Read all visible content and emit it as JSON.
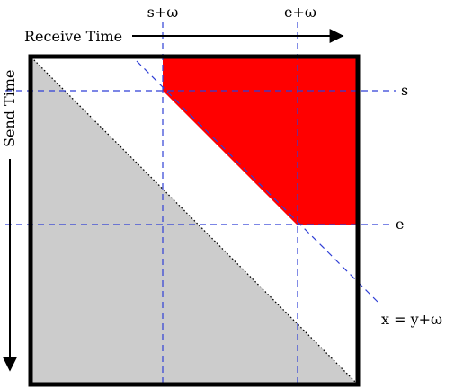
{
  "labels": {
    "receive_time": "Receive Time",
    "send_time": "Send Time",
    "s_plus_omega": "s+ω",
    "e_plus_omega": "e+ω",
    "s": "s",
    "e": "e",
    "diagonal": "x = y+ω"
  },
  "colors": {
    "region": "#ff0000",
    "shade": "#cccccc",
    "guide": "#2f3fd6",
    "frame": "#000000"
  }
}
